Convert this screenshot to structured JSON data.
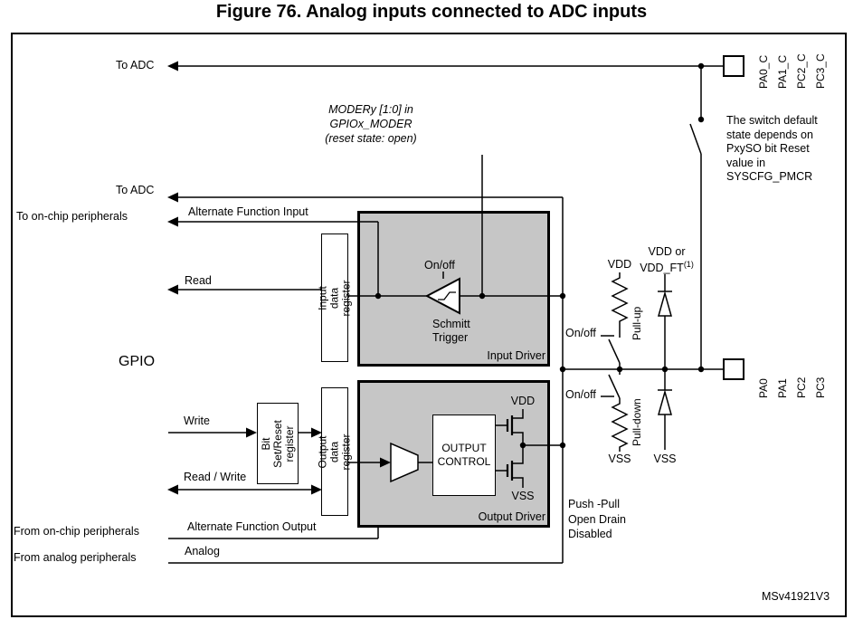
{
  "figure": {
    "title": "Figure 76. Analog inputs connected to ADC inputs",
    "watermark": "MSv41921V3"
  },
  "colors": {
    "driver_fill": "#c6c6c6",
    "line": "#000000"
  },
  "left_labels": {
    "to_adc_top": "To ADC",
    "to_adc_mid": "To ADC",
    "to_onchip": "To on-chip peripherals",
    "alt_func_input": "Alternate Function Input",
    "read": "Read",
    "gpio": "GPIO",
    "write": "Write",
    "read_write": "Read / Write",
    "from_onchip": "From on-chip peripherals",
    "alt_func_output": "Alternate Function Output",
    "from_analog": "From analog peripherals",
    "analog": "Analog"
  },
  "notes": {
    "moder": "MODERy [1:0] in\nGPIOx_MODER\n(reset state: open)",
    "switch": "The switch default\nstate depends on\nPxySO bit Reset\nvalue in\nSYSCFG_PMCR",
    "push_pull": "Push -Pull\nOpen Drain\nDisabled"
  },
  "input_driver": {
    "label": "Input Driver",
    "register": "Input data register",
    "on_off": "On/off",
    "schmitt": "Schmitt\nTrigger"
  },
  "output_driver": {
    "label": "Output Driver",
    "register": "Output data register",
    "bsr_register": "Bit Set/Reset\nregister",
    "output_control": "OUTPUT\nCONTROL",
    "vdd": "VDD",
    "vss": "VSS"
  },
  "right_side": {
    "vdd_pullup": "VDD",
    "vdd_or": "VDD or",
    "vdd_ft": "VDD_FT",
    "vdd_ft_sup": "(1)",
    "on_off_pullup": "On/off",
    "pull_up": "Pull-up",
    "on_off_pulldown": "On/off",
    "pull_down": "Pull-down",
    "vss_pulldown": "VSS",
    "vss_diode": "VSS"
  },
  "pads": {
    "top": [
      "PA0_C",
      "PA1_C",
      "PC2_C",
      "PC3_C"
    ],
    "mid": [
      "PA0",
      "PA1",
      "PC2",
      "PC3"
    ]
  }
}
